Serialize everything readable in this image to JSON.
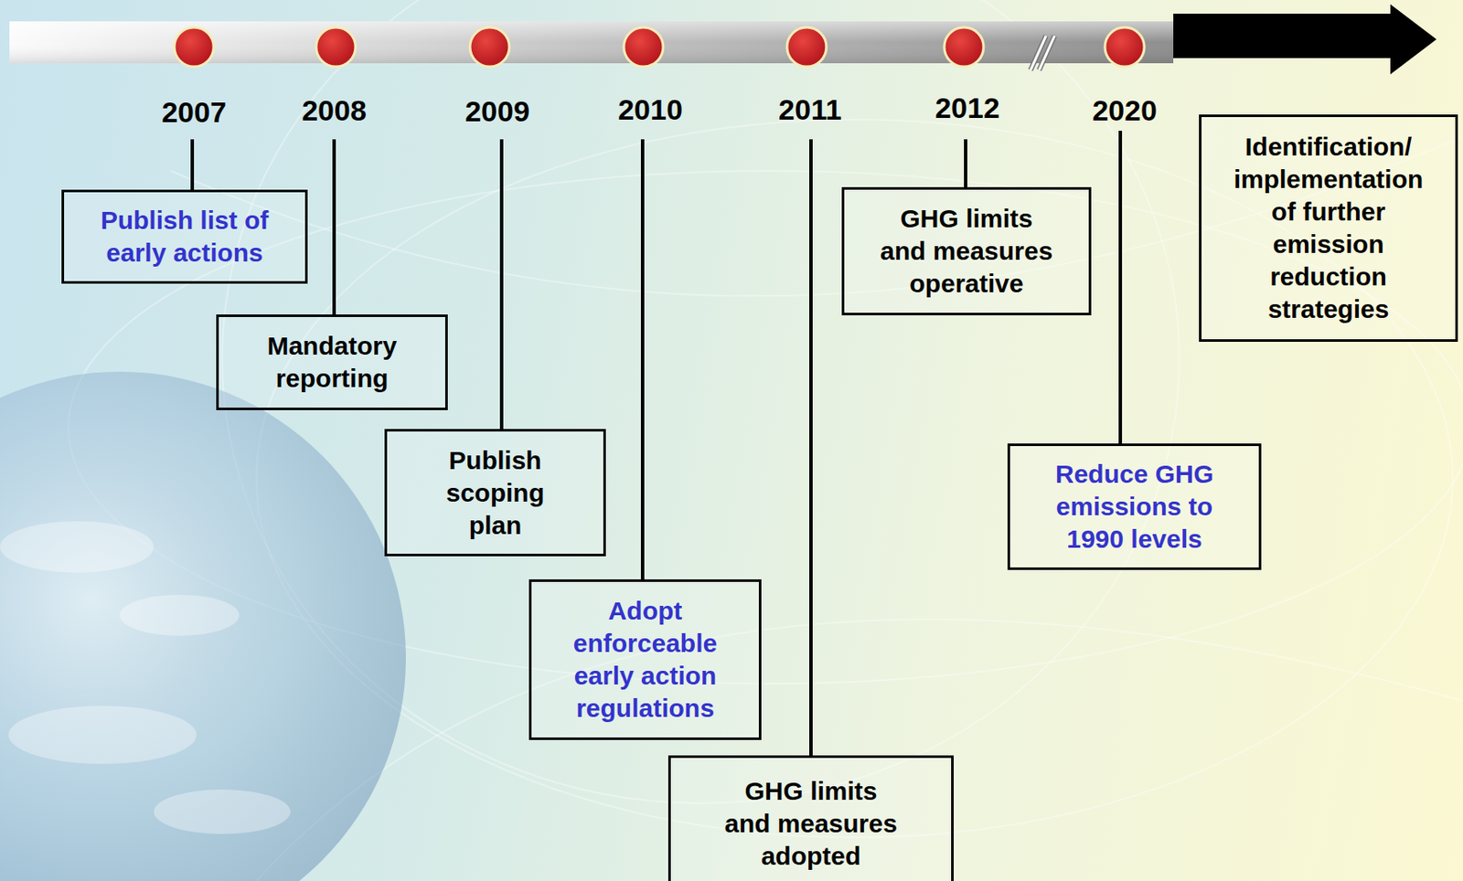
{
  "diagram": {
    "nodes": [
      {
        "text": [
          "Publish list of early actions"
        ]
      },
      {
        "text": [
          "Mandatory reporting"
        ]
      },
      {
        "text": [
          "Publish scoping plan"
        ]
      },
      {
        "text": [
          "Adopt enforceable early action regulations"
        ]
      },
      {
        "text": [
          "GHG limits and measures adopted"
        ]
      },
      {
        "text": [
          "GHG limits and measures operative"
        ]
      },
      {
        "text": [
          "Reduce GHG emissions to 1990 levels"
        ]
      },
      {
        "text": [
          "Identification/ implementation of further emission reduction strategies"
        ]
      }
    ],
    "labels": [
      "2007",
      "2008",
      "2009",
      "2010",
      "2011",
      "2012",
      "2020"
    ]
  }
}
